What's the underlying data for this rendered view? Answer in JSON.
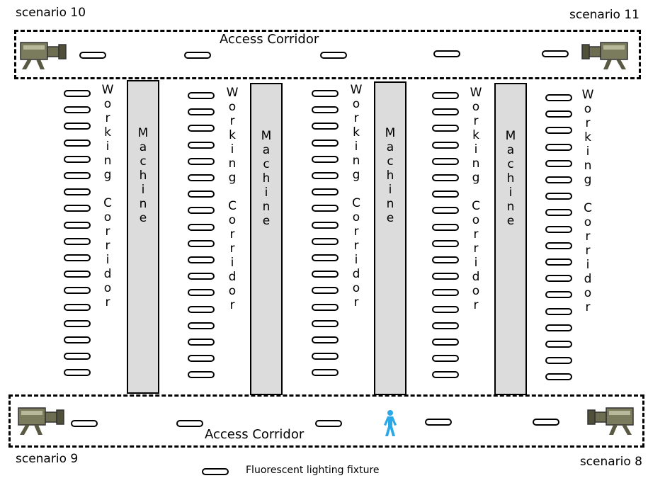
{
  "scenarios": {
    "top_left": "scenario 10",
    "top_right": "scenario 11",
    "bottom_left": "scenario 9",
    "bottom_right": "scenario 8"
  },
  "corridors": {
    "top_label": "Access Corridor",
    "bottom_label": "Access Corridor"
  },
  "working_corridor_label": "Working Corridor",
  "machine_label": "Machine",
  "legend": {
    "label": "Fluorescent lighting fixture"
  },
  "colors": {
    "machine_fill": "#dcdcdc",
    "person": "#2aa8e8",
    "camera_body": "#7b7b5e"
  }
}
